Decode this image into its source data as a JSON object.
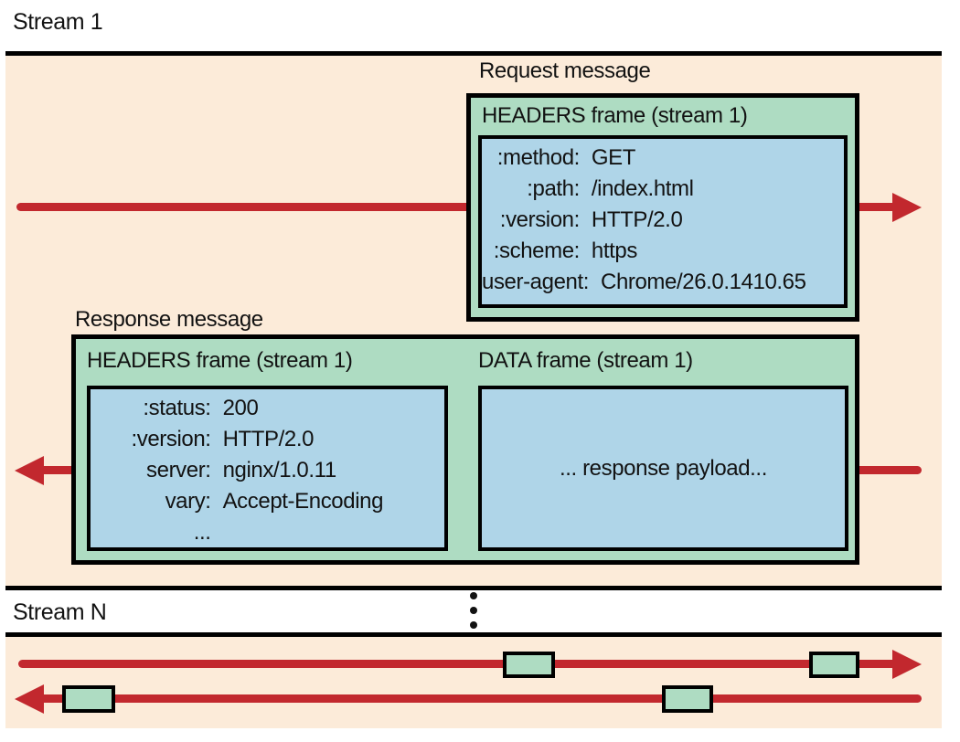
{
  "colors": {
    "panel_bg": "#fcebd9",
    "frame_green": "#aedcc2",
    "box_blue": "#afd5e8",
    "arrow_red": "#c2282e",
    "rule_black": "#000000"
  },
  "icons": {
    "vertical_ellipsis": "⋮",
    "request_arrow": "→",
    "response_arrow": "←"
  },
  "stream1": {
    "label": "Stream 1",
    "request": {
      "message_label": "Request message",
      "frame_title": "HEADERS frame (stream 1)",
      "header_fields": [
        {
          "key": ":method:",
          "value": "GET"
        },
        {
          "key": ":path:",
          "value": "/index.html"
        },
        {
          "key": ":version:",
          "value": "HTTP/2.0"
        },
        {
          "key": ":scheme:",
          "value": "https"
        },
        {
          "key": "user-agent:",
          "value": "Chrome/26.0.1410.65"
        }
      ]
    },
    "response": {
      "message_label": "Response message",
      "headers_frame": {
        "title": "HEADERS frame (stream 1)",
        "header_fields": [
          {
            "key": ":status:",
            "value": "200"
          },
          {
            "key": ":version:",
            "value": "HTTP/2.0"
          },
          {
            "key": "server:",
            "value": "nginx/1.0.11"
          },
          {
            "key": "vary:",
            "value": "Accept-Encoding"
          },
          {
            "key": "...",
            "value": ""
          }
        ]
      },
      "data_frame": {
        "title": "DATA frame (stream 1)",
        "content": "... response payload..."
      }
    }
  },
  "streamN": {
    "label": "Stream N"
  }
}
